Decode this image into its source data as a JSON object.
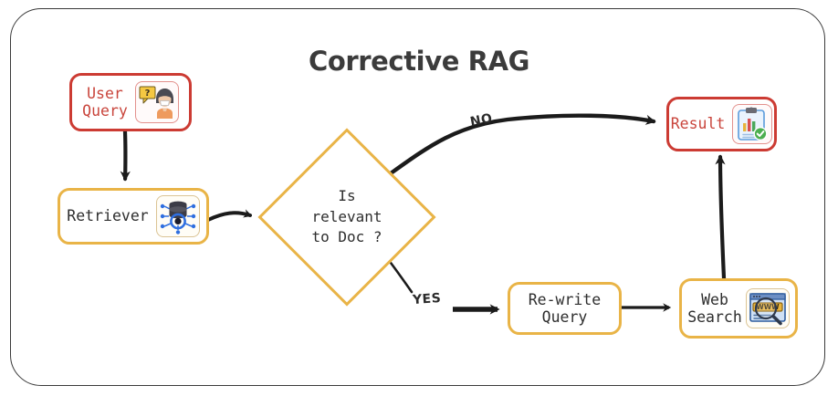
{
  "diagram": {
    "title": "Corrective RAG",
    "type": "flowchart",
    "frame_color": "#3a3a3a",
    "colors": {
      "red": "#cc3b33",
      "amber": "#e9b447",
      "arrow": "#1b1b1b",
      "title": "#3b3b3b"
    },
    "nodes": [
      {
        "id": "user-query",
        "label": "User\nQuery",
        "shape": "rounded-rect",
        "color": "#cc3b33",
        "icon": "user-question-icon"
      },
      {
        "id": "retriever",
        "label": "Retriever",
        "shape": "rounded-rect",
        "color": "#e9b447",
        "icon": "vector-database-icon"
      },
      {
        "id": "is-relevant",
        "label": "Is\nrelevant\nto Doc ?",
        "shape": "diamond",
        "color": "#e9b447",
        "icon": null
      },
      {
        "id": "result",
        "label": "Result",
        "shape": "rounded-rect",
        "color": "#cc3b33",
        "icon": "clipboard-chart-check-icon"
      },
      {
        "id": "re-write-query",
        "label": "Re-write\nQuery",
        "shape": "rounded-rect",
        "color": "#e9b447",
        "icon": null
      },
      {
        "id": "web-search",
        "label": "Web\nSearch",
        "shape": "rounded-rect",
        "color": "#e9b447",
        "icon": "web-search-icon"
      }
    ],
    "edges": [
      {
        "id": "e1",
        "from": "user-query",
        "to": "retriever",
        "label": ""
      },
      {
        "id": "e2",
        "from": "retriever",
        "to": "is-relevant",
        "label": ""
      },
      {
        "id": "e3",
        "from": "is-relevant",
        "to": "result",
        "label": "NO"
      },
      {
        "id": "e4",
        "from": "is-relevant",
        "to": "re-write-query",
        "label": "YES"
      },
      {
        "id": "e5",
        "from": "re-write-query",
        "to": "web-search",
        "label": ""
      },
      {
        "id": "e6",
        "from": "web-search",
        "to": "result",
        "label": ""
      }
    ]
  }
}
